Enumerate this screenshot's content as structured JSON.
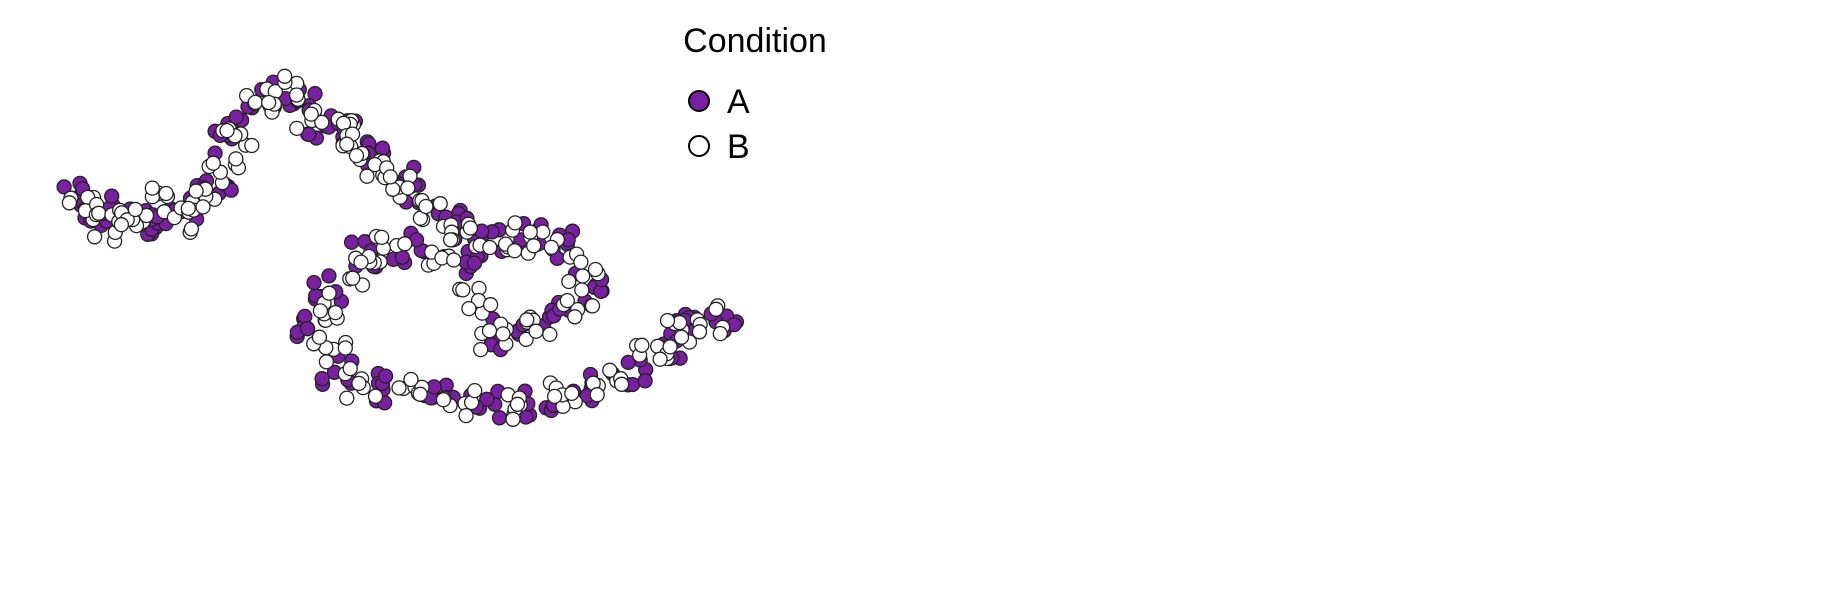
{
  "chart_data": {
    "type": "scatter",
    "title": "",
    "xlabel": "",
    "ylabel": "",
    "grid": false,
    "axes_visible": false,
    "legend": {
      "title": "Condition",
      "placement": "top-right",
      "entries": [
        {
          "label": "A",
          "color": "#7a1fa2"
        },
        {
          "label": "B",
          "color": "#ffffff"
        }
      ]
    },
    "series": [
      {
        "name": "A",
        "color": "#7a1fa2",
        "points": [
          [
            0.02,
            0.68
          ],
          [
            0.05,
            0.64
          ],
          [
            0.07,
            0.66
          ],
          [
            0.11,
            0.63
          ],
          [
            0.13,
            0.66
          ],
          [
            0.17,
            0.65
          ],
          [
            0.2,
            0.7
          ],
          [
            0.22,
            0.8
          ],
          [
            0.24,
            0.86
          ],
          [
            0.27,
            0.91
          ],
          [
            0.31,
            0.9
          ],
          [
            0.34,
            0.85
          ],
          [
            0.38,
            0.82
          ],
          [
            0.41,
            0.78
          ],
          [
            0.44,
            0.72
          ],
          [
            0.47,
            0.68
          ],
          [
            0.51,
            0.62
          ],
          [
            0.56,
            0.58
          ],
          [
            0.61,
            0.6
          ],
          [
            0.66,
            0.58
          ],
          [
            0.69,
            0.48
          ],
          [
            0.64,
            0.42
          ],
          [
            0.58,
            0.38
          ],
          [
            0.52,
            0.54
          ],
          [
            0.45,
            0.57
          ],
          [
            0.4,
            0.56
          ],
          [
            0.35,
            0.48
          ],
          [
            0.33,
            0.4
          ],
          [
            0.36,
            0.3
          ],
          [
            0.42,
            0.26
          ],
          [
            0.49,
            0.24
          ],
          [
            0.55,
            0.22
          ],
          [
            0.62,
            0.23
          ],
          [
            0.68,
            0.26
          ],
          [
            0.74,
            0.3
          ],
          [
            0.79,
            0.36
          ],
          [
            0.82,
            0.39
          ],
          [
            0.86,
            0.42
          ]
        ]
      },
      {
        "name": "B",
        "color": "#ffffff",
        "points": [
          [
            0.03,
            0.66
          ],
          [
            0.06,
            0.62
          ],
          [
            0.09,
            0.64
          ],
          [
            0.12,
            0.67
          ],
          [
            0.15,
            0.64
          ],
          [
            0.18,
            0.67
          ],
          [
            0.21,
            0.74
          ],
          [
            0.23,
            0.83
          ],
          [
            0.26,
            0.9
          ],
          [
            0.29,
            0.92
          ],
          [
            0.32,
            0.87
          ],
          [
            0.36,
            0.83
          ],
          [
            0.39,
            0.8
          ],
          [
            0.42,
            0.75
          ],
          [
            0.45,
            0.7
          ],
          [
            0.49,
            0.65
          ],
          [
            0.53,
            0.6
          ],
          [
            0.58,
            0.6
          ],
          [
            0.63,
            0.59
          ],
          [
            0.68,
            0.53
          ],
          [
            0.67,
            0.45
          ],
          [
            0.62,
            0.4
          ],
          [
            0.56,
            0.37
          ],
          [
            0.54,
            0.46
          ],
          [
            0.5,
            0.56
          ],
          [
            0.43,
            0.57
          ],
          [
            0.38,
            0.52
          ],
          [
            0.34,
            0.44
          ],
          [
            0.35,
            0.34
          ],
          [
            0.39,
            0.27
          ],
          [
            0.46,
            0.25
          ],
          [
            0.52,
            0.23
          ],
          [
            0.59,
            0.22
          ],
          [
            0.65,
            0.24
          ],
          [
            0.71,
            0.28
          ],
          [
            0.77,
            0.33
          ],
          [
            0.81,
            0.38
          ],
          [
            0.85,
            0.41
          ]
        ]
      }
    ]
  }
}
